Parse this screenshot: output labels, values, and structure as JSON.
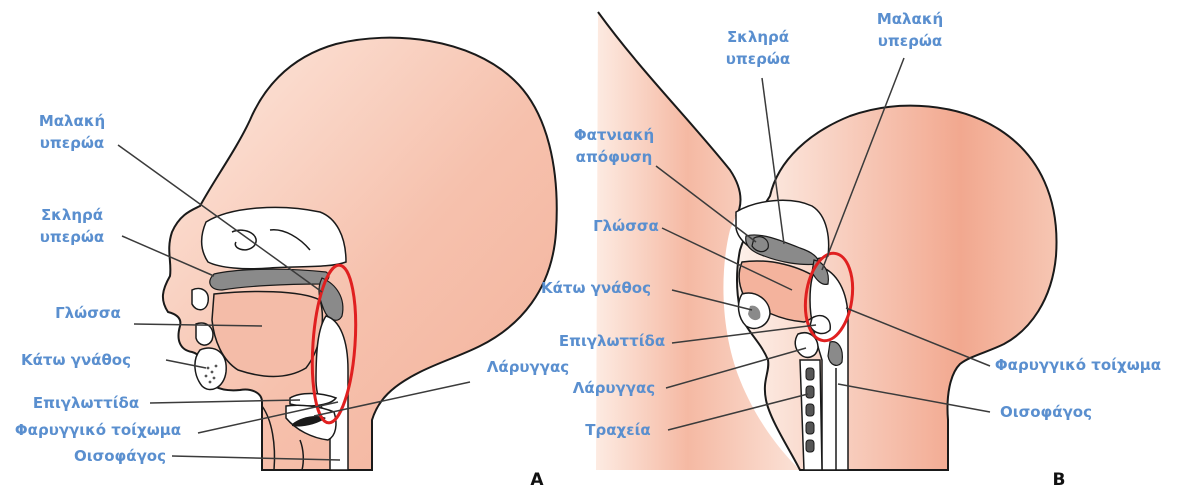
{
  "panelA": {
    "letter": "A",
    "labels": {
      "soft_palate_1": "Μαλακή",
      "soft_palate_2": "υπερώα",
      "hard_palate_1": "Σκληρά",
      "hard_palate_2": "υπερώα",
      "tongue": "Γλώσσα",
      "lower_jaw": "Κάτω γνάθος",
      "epiglottis": "Επιγλωττίδα",
      "pharyngeal_wall": "Φαρυγγικό τοίχωμα",
      "esophagus": "Οισοφάγος",
      "larynx": "Λάρυγγας"
    }
  },
  "panelB": {
    "letter": "B",
    "labels": {
      "hard_palate_1": "Σκληρά",
      "hard_palate_2": "υπερώα",
      "soft_palate_1": "Μαλακή",
      "soft_palate_2": "υπερώα",
      "alveolar_1": "Φατνιακή",
      "alveolar_2": "απόφυση",
      "tongue": "Γλώσσα",
      "lower_jaw": "Κάτω γνάθος",
      "epiglottis": "Επιγλωττίδα",
      "larynx": "Λάρυγγας",
      "trachea": "Τραχεία",
      "pharyngeal_wall": "Φαρυγγικό τοίχωμα",
      "esophagus": "Οισοφάγος"
    }
  },
  "colors": {
    "label": "#5a8fcf",
    "skin_light": "#fbe1d5",
    "skin_dark": "#f2a990",
    "highlight_ring": "#e02020",
    "bone_grey": "#8a8a8a"
  }
}
